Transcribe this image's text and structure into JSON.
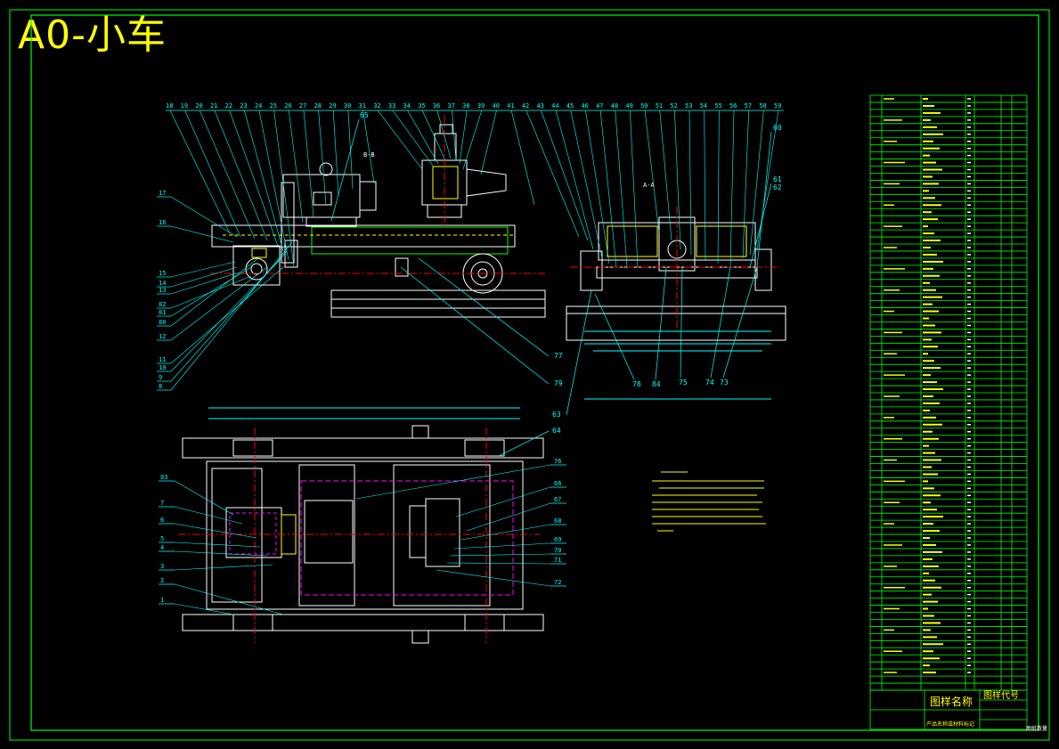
{
  "sheet_title": "A0-小车",
  "balloons_top": [
    "18",
    "19",
    "20",
    "21",
    "22",
    "23",
    "24",
    "25",
    "26",
    "27",
    "28",
    "29",
    "30",
    "31",
    "32",
    "33",
    "34",
    "35",
    "36",
    "37",
    "38",
    "39",
    "40",
    "41",
    "42",
    "43",
    "44",
    "45",
    "46",
    "47",
    "48",
    "49",
    "50",
    "51",
    "52",
    "53",
    "54",
    "55",
    "56",
    "57",
    "58",
    "59"
  ],
  "balloons_left_upper": [
    "17",
    "16",
    "15",
    "14",
    "13",
    "82",
    "81",
    "80",
    "12",
    "11",
    "10",
    "9",
    "8"
  ],
  "balloons_left_lower": [
    "83",
    "7",
    "6",
    "5",
    "4",
    "3",
    "2",
    "1"
  ],
  "balloons_right_lower": [
    "76",
    "66",
    "67",
    "68",
    "69",
    "70",
    "71",
    "72"
  ],
  "balloons_misc": {
    "b65": "65",
    "b60": "60",
    "b61": "61",
    "b62": "62",
    "b77": "77",
    "b79": "79",
    "b63": "63",
    "b64": "64",
    "b78": "78",
    "b84": "84",
    "b75": "75",
    "b74": "74",
    "b73": "73"
  },
  "view_labels": {
    "section_bb": "B-B",
    "section_aa": "A-A"
  },
  "title_block": {
    "drawing_name": "图样名称",
    "drawing_code": "图样代号",
    "footer_note": "产品名称或材料标记",
    "stamp": "图纸数量"
  },
  "colors": {
    "frame": "#00ff00",
    "lines": "#00ffff",
    "parts": "#ffffff",
    "centerlines": "#ff0000",
    "hidden": "#ff00ff",
    "text": "#ffff00"
  }
}
